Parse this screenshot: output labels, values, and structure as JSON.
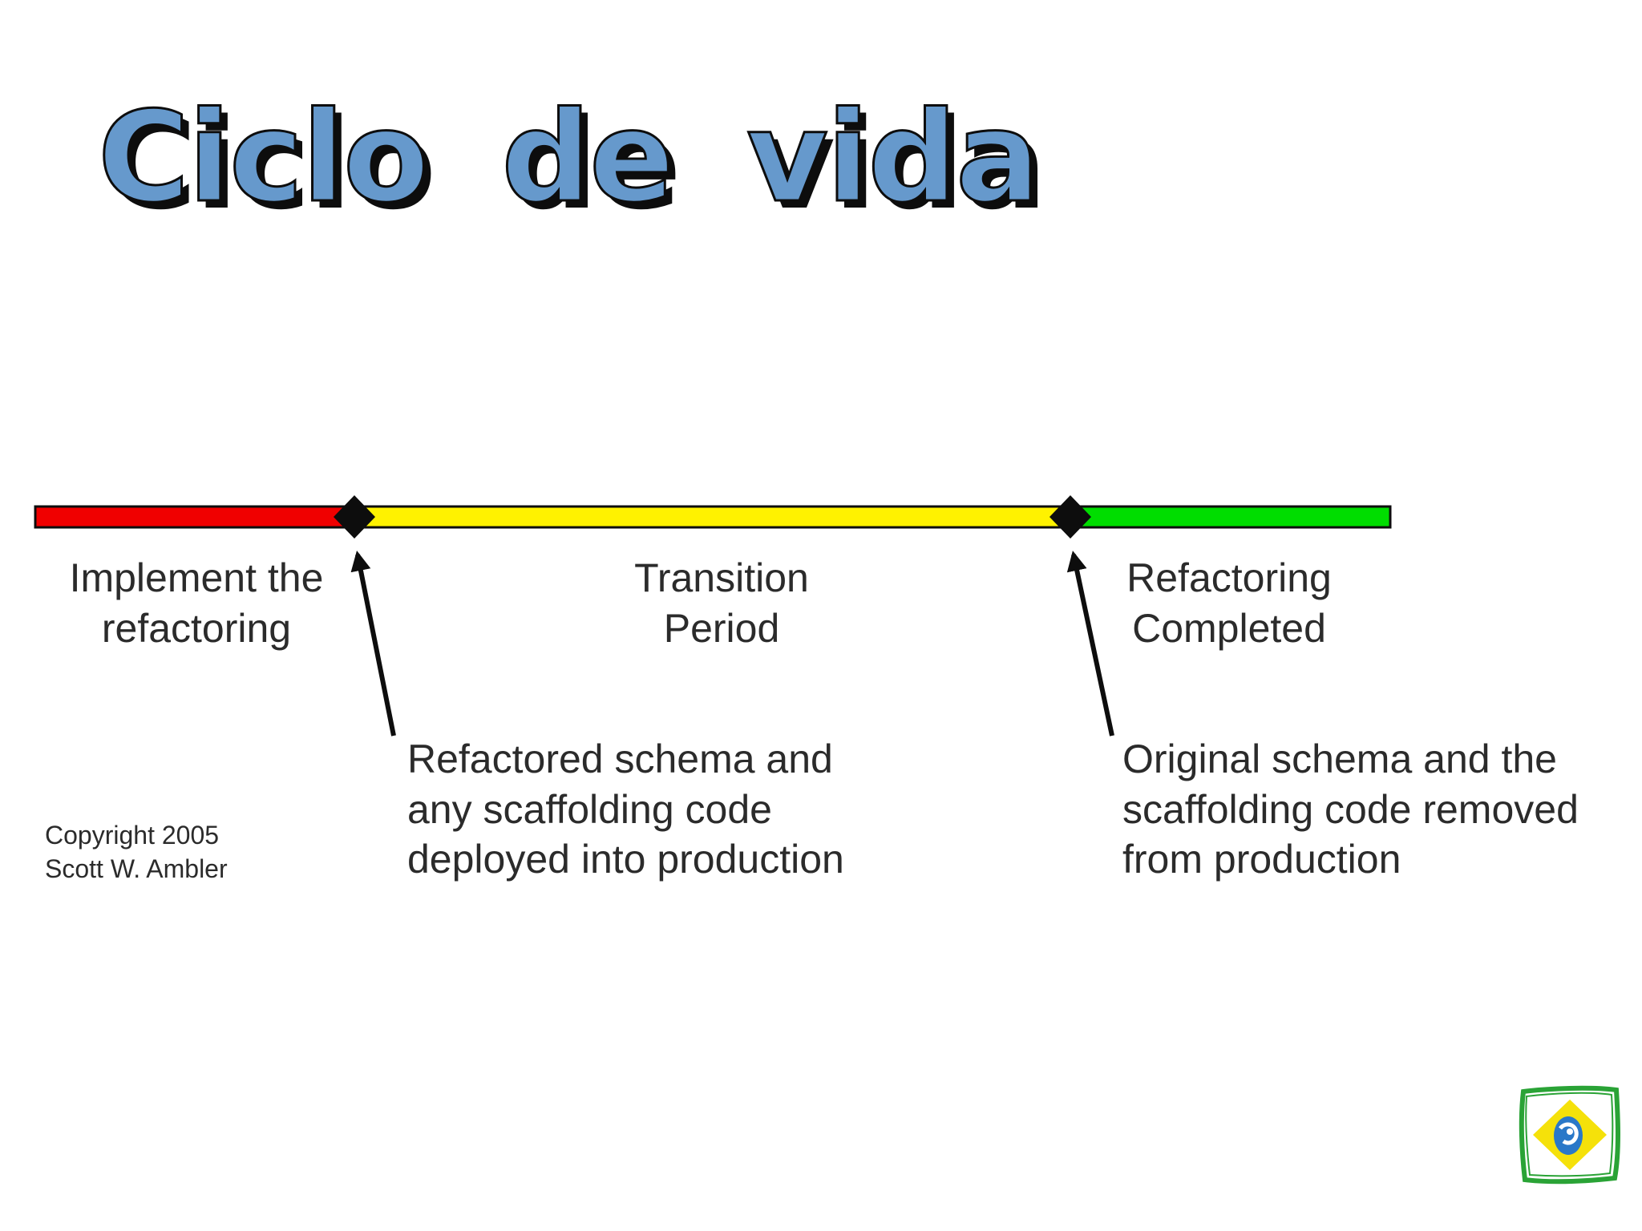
{
  "slide": {
    "title": "Ciclo de vida"
  },
  "lifecycle": {
    "phases": [
      {
        "label": "Implement the\nrefactoring",
        "color": "#f00000"
      },
      {
        "label": "Transition\nPeriod",
        "color": "#fff200"
      },
      {
        "label": "Refactoring\nCompleted",
        "color": "#00dd00"
      }
    ],
    "milestones": [
      {
        "note": "Refactored schema and\nany scaffolding code\ndeployed into production"
      },
      {
        "note": "Original schema and the\nscaffolding code removed\nfrom production"
      }
    ],
    "copyright": "Copyright 2005\nScott W. Ambler"
  },
  "colors": {
    "title_fill": "#6699cc",
    "outline": "#0d0d0d",
    "text": "#2b2b2b",
    "flag_green": "#2aa336",
    "flag_yellow": "#f5e10a",
    "flag_blue": "#2a78c8"
  },
  "logo": {
    "icon": "brazil-flag-icon"
  }
}
